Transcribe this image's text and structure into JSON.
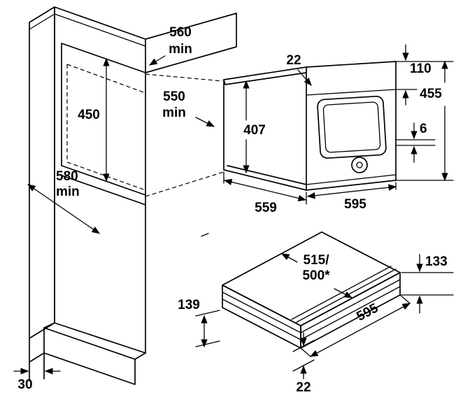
{
  "colors": {
    "line": "#000000",
    "background": "#ffffff"
  },
  "dims": {
    "niche_width": "560",
    "niche_width_qual": "min",
    "niche_depth": "550",
    "niche_depth_qual": "min",
    "niche_height": "450",
    "housing_depth": "580",
    "housing_depth_qual": "min",
    "plinth_recess": "30",
    "oven_top_inset": "22",
    "control_panel_height": "110",
    "oven_height": "455",
    "door_gap": "6",
    "oven_body_height": "407",
    "oven_body_depth": "559",
    "oven_width": "595",
    "drawer_depth_a": "515/",
    "drawer_depth_b": "500*",
    "drawer_height": "133",
    "drawer_floor_clearance": "139",
    "drawer_width": "595",
    "drawer_bottom_inset": "22"
  }
}
